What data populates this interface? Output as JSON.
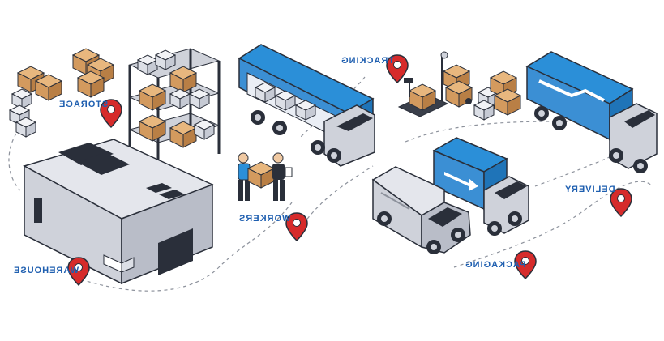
{
  "labels": {
    "storage": "STORAGE",
    "tracking": "TRACKING",
    "workers": "WORKERS",
    "delivery": "DELIVERY",
    "warehouse": "WAREHOUSE",
    "packaging": "PACKAGING"
  },
  "colors": {
    "accent_blue": "#2b8fd8",
    "pin_red": "#d62b2b",
    "cardboard": "#d9a46a",
    "outline": "#2a2f3a",
    "gray_body": "#cfd2da",
    "label_text": "#1f5fb0"
  },
  "icons": [
    "location-pin-icon",
    "truck-icon",
    "van-icon",
    "warehouse-icon",
    "shelf-icon",
    "box-icon",
    "pallet-jack-icon",
    "hand-truck-icon",
    "worker-icon"
  ]
}
